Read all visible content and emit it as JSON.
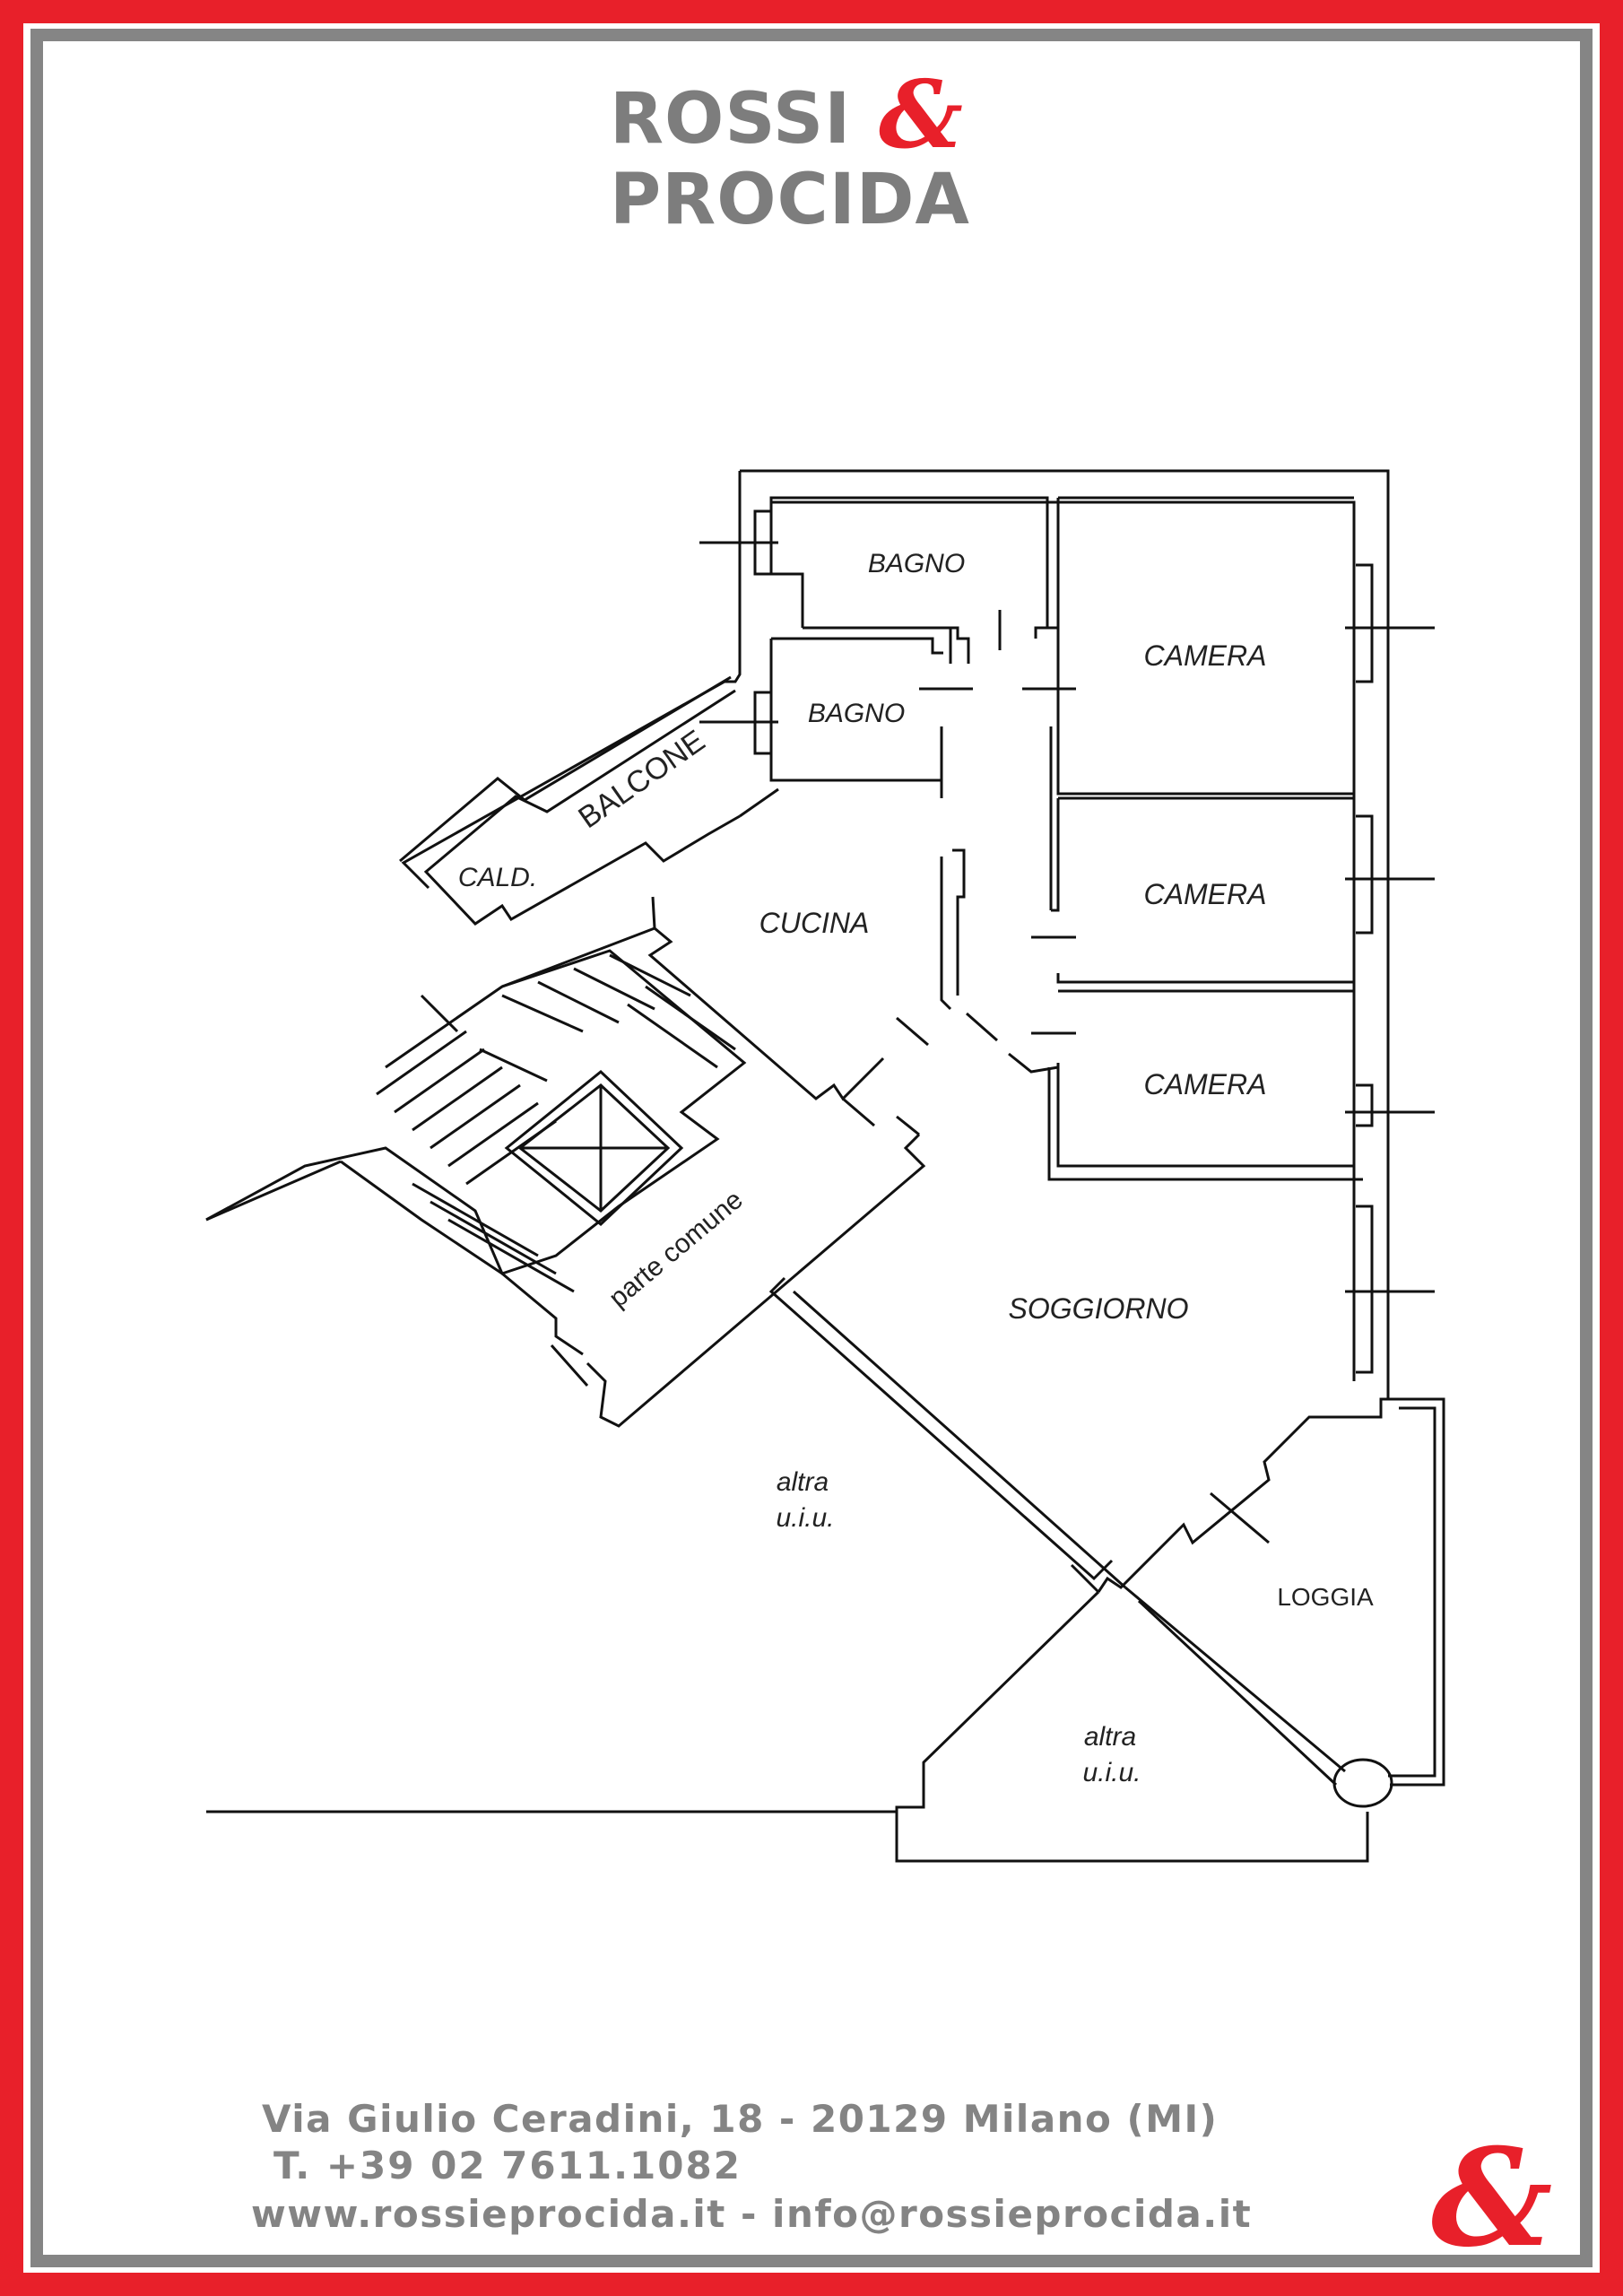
{
  "brand": {
    "name_line1": "ROSSI",
    "name_line2": "PROCIDA",
    "ampersand": "&",
    "color_red": "#e8202a",
    "color_gray": "#858585"
  },
  "floor_plan": {
    "rooms": {
      "bagno_1": "BAGNO",
      "bagno_2": "BAGNO",
      "camera_1": "CAMERA",
      "camera_2": "CAMERA",
      "camera_3": "CAMERA",
      "cucina": "CUCINA",
      "soggiorno": "SOGGIORNO",
      "loggia": "LOGGIA",
      "balcone": "BALCONE",
      "cald": "CALD.",
      "parte_comune": "parte comune",
      "altra_1_line1": "altra",
      "altra_1_line2": "u.i.u.",
      "altra_2_line1": "altra",
      "altra_2_line2": "u.i.u."
    }
  },
  "contact": {
    "address": "Via Giulio Ceradini, 18 - 20129 Milano (MI)",
    "phone": "T. +39 02 7611.1082",
    "web_email": "www.rossieprocida.it - info@rossieprocida.it"
  }
}
